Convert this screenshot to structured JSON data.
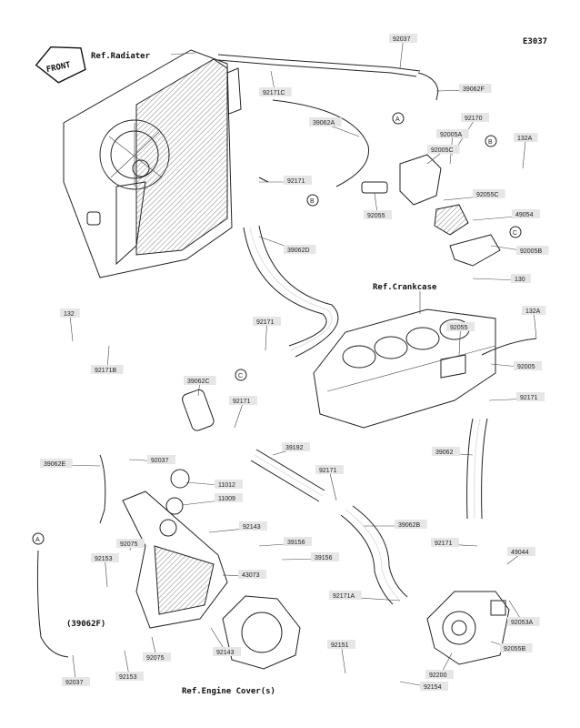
{
  "diagram_code": "E3037",
  "front_label": "FRONT",
  "refs": {
    "radiator": "Ref.Radiater",
    "crankcase": "Ref.Crankcase",
    "engine_cover": "Ref.Engine Cover(s)"
  },
  "callouts": {
    "a": "A",
    "b": "B",
    "c": "C"
  },
  "parts": [
    "92037",
    "39062F",
    "92171C",
    "39062A",
    "92170",
    "92005A",
    "132A",
    "92005C",
    "92171",
    "92055C",
    "49054",
    "92055",
    "92005B",
    "39062D",
    "130",
    "132",
    "92171B",
    "92171",
    "92055",
    "132A",
    "92005",
    "92171",
    "39062C",
    "92171",
    "39192",
    "39062E",
    "92037",
    "11012",
    "11009",
    "92075",
    "92143",
    "92153",
    "39156",
    "39156",
    "92171",
    "39062B",
    "39062",
    "92171",
    "49044",
    "92171A",
    "43073",
    "92053A",
    "92055B",
    "92143",
    "92153",
    "92075",
    "92151",
    "92200",
    "92154",
    "92037"
  ],
  "paren_label": "(39062F)"
}
